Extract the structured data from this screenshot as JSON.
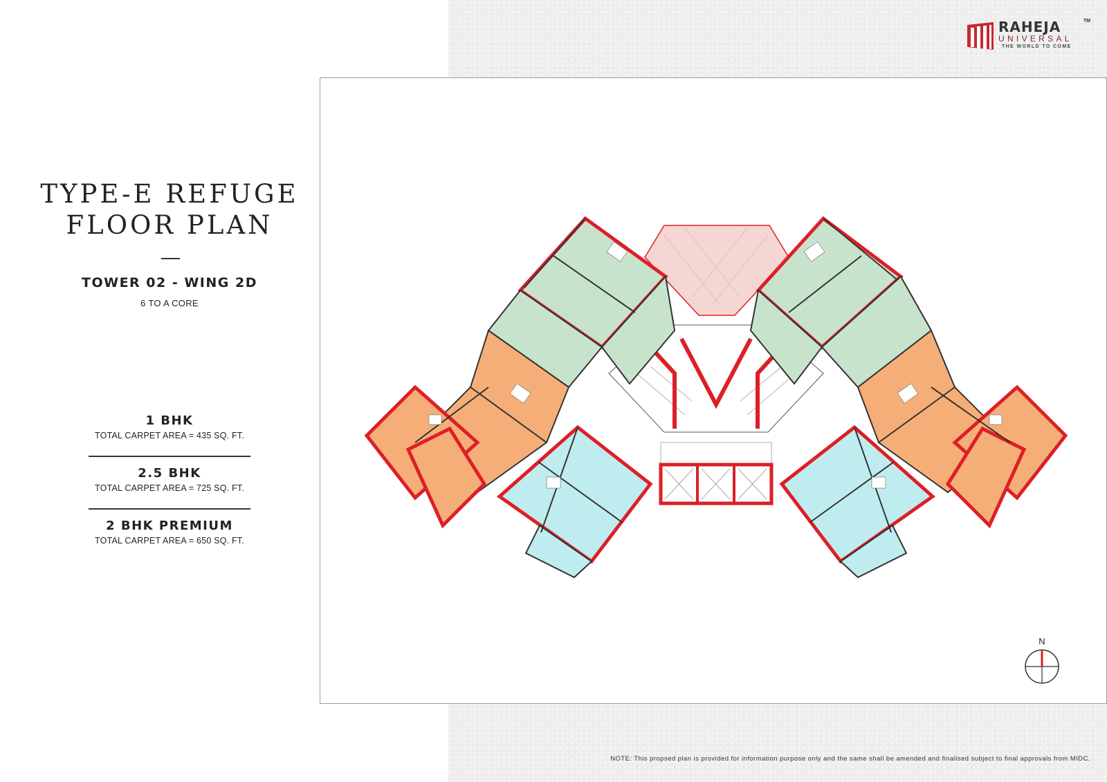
{
  "page": {
    "title_line1": "TYPE-E REFUGE",
    "title_line2": "FLOOR PLAN",
    "subtitle": "TOWER 02 - WING 2D",
    "core_note": "6 TO A CORE"
  },
  "units": [
    {
      "name": "1 BHK",
      "area": "TOTAL CARPET AREA = 435 SQ. FT."
    },
    {
      "name": "2.5 BHK",
      "area": "TOTAL CARPET AREA = 725 SQ. FT."
    },
    {
      "name": "2 BHK PREMIUM",
      "area": "TOTAL CARPET AREA = 650 SQ. FT."
    }
  ],
  "logo": {
    "brand": "RAHEJA",
    "trademark": "TM",
    "sub": "UNIVERSAL",
    "tagline": "THE WORLD TO COME"
  },
  "plan": {
    "north_label": "N",
    "colors": {
      "wall": "#dd1f26",
      "bhk1": "#bfecef",
      "bhk25": "#f6ae78",
      "bhk2_premium": "#c8e3cc",
      "refuge": "#f4d6d2"
    }
  },
  "footer": {
    "note": "NOTE: This propsed plan is provided for information purpose only and the same shall be amended and finalised subject to final approvals from MIDC."
  }
}
